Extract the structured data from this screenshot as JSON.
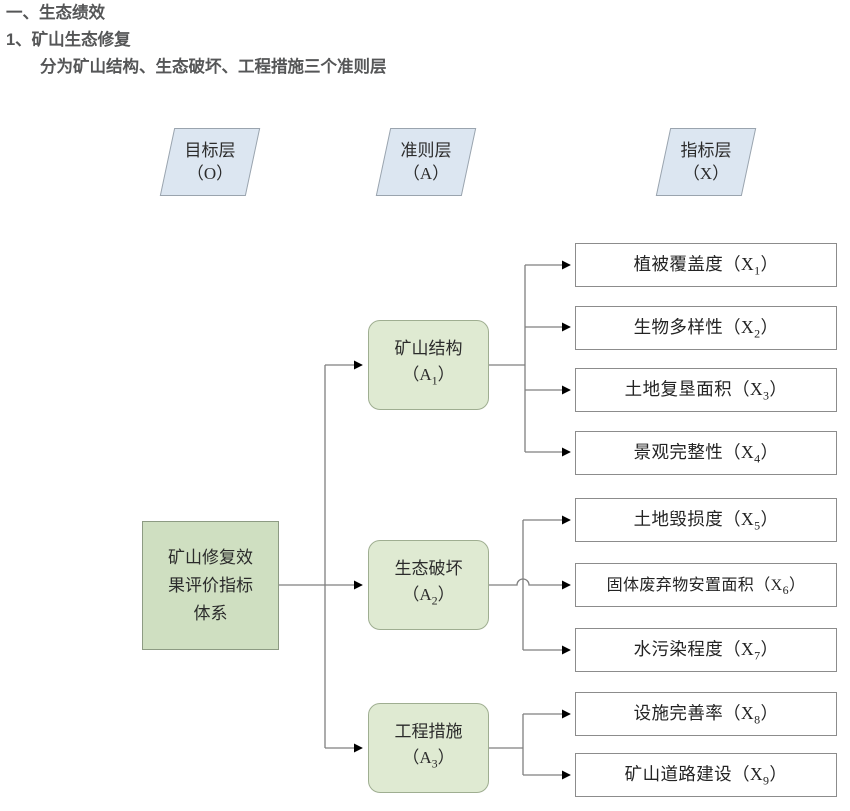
{
  "heading": {
    "line1": "一、生态绩效",
    "line2": "1、矿山生态修复",
    "line3": "分为矿山结构、生态破坏、工程措施三个准则层"
  },
  "layer_headers": [
    {
      "name": "goal-layer",
      "title": "目标层",
      "code": "（O）"
    },
    {
      "name": "criteria-layer",
      "title": "准则层",
      "code": "（A）"
    },
    {
      "name": "indicator-layer",
      "title": "指标层",
      "code": "（X）"
    }
  ],
  "root": {
    "label": "矿山修复效\n果评价指标\n体系"
  },
  "criteria": [
    {
      "id": "A1",
      "title": "矿山结构",
      "code": "（A",
      "sub": "1",
      "code_end": "）"
    },
    {
      "id": "A2",
      "title": "生态破坏",
      "code": "（A",
      "sub": "2",
      "code_end": "）"
    },
    {
      "id": "A3",
      "title": "工程措施",
      "code": "（A",
      "sub": "3",
      "code_end": "）"
    }
  ],
  "indicators": [
    {
      "id": "X1",
      "parent": "A1",
      "title": "植被覆盖度（X",
      "sub": "1",
      "tail": "）"
    },
    {
      "id": "X2",
      "parent": "A1",
      "title": "生物多样性（X",
      "sub": "2",
      "tail": "）"
    },
    {
      "id": "X3",
      "parent": "A1",
      "title": "土地复垦面积（X",
      "sub": "3",
      "tail": "）"
    },
    {
      "id": "X4",
      "parent": "A1",
      "title": "景观完整性（X",
      "sub": "4",
      "tail": "）"
    },
    {
      "id": "X5",
      "parent": "A2",
      "title": "土地毁损度（X",
      "sub": "5",
      "tail": "）"
    },
    {
      "id": "X6",
      "parent": "A2",
      "title": "固体废弃物安置面积（X",
      "sub": "6",
      "tail": "）"
    },
    {
      "id": "X7",
      "parent": "A2",
      "title": "水污染程度（X",
      "sub": "7",
      "tail": "）"
    },
    {
      "id": "X8",
      "parent": "A3",
      "title": "设施完善率（X",
      "sub": "8",
      "tail": "）"
    },
    {
      "id": "X9",
      "parent": "A3",
      "title": "矿山道路建设（X",
      "sub": "9",
      "tail": "）"
    }
  ],
  "colors": {
    "heading_text": "#555657",
    "layer_fill": "#dce6f1",
    "layer_border": "#9aa4ae",
    "root_fill": "#cfdfc1",
    "root_border": "#8d9b83",
    "criterion_fill": "#dfead2",
    "criterion_border": "#9fae91",
    "indicator_fill": "#ffffff",
    "indicator_border": "#8c8c8c",
    "connector": "#7f7f7f",
    "arrowhead": "#000000"
  }
}
